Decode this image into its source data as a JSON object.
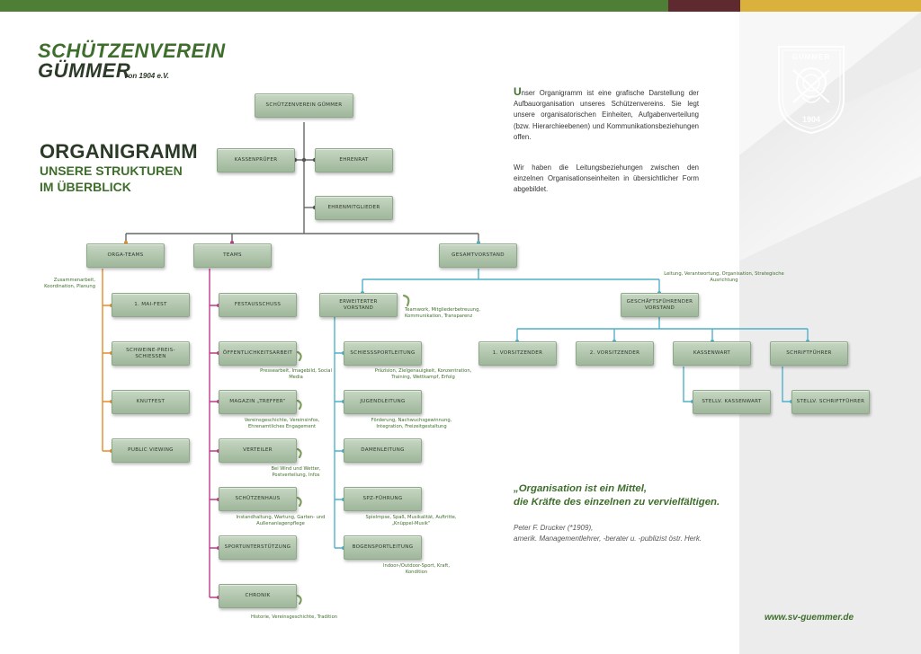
{
  "colors": {
    "green_bar": "#4f7f36",
    "maroon_bar": "#5e2a2f",
    "gold_bar": "#d9b13c",
    "brand_green": "#3f6e2c",
    "dark": "#2c3a28",
    "line_orange": "#e58a2b",
    "line_magenta": "#c0398a",
    "line_teal": "#4fb0c9",
    "line_gray": "#666666"
  },
  "header": {
    "brand_line1": "SCHÜTZENVEREIN",
    "brand_line2": "GÜMMER",
    "brand_suffix": "von 1904 e.V."
  },
  "title": {
    "main": "ORGANIGRAMM",
    "sub1": "UNSERE STRUKTUREN",
    "sub2": "IM ÜBERBLICK"
  },
  "intro": {
    "drop_cap": "U",
    "para1": "nser Organigramm ist eine grafische Darstellung der Aufbauorganisation unseres Schützenvereins. Sie legt unsere organisatorischen Einheiten, Aufgabenverteilung (bzw. Hierarchieebenen) und Kommunikationsbeziehungen offen.",
    "para2": "Wir haben die Leitungsbeziehungen zwischen den einzelnen Organisationseinheiten in übersichtlicher Form abgebildet."
  },
  "quote": {
    "line1": "„Organisation ist ein Mittel,",
    "line2": "die Kräfte des einzelnen zu vervielfältigen.",
    "author": "Peter F. Drucker (*1909),",
    "author_desc": "amerik. Managementlehrer, -berater u. -publizist östr. Herk."
  },
  "website": "www.sv-guemmer.de",
  "emblem": {
    "top_text": "GÜMMER",
    "year": "1904"
  },
  "org": {
    "root": "SCHÜTZENVEREIN GÜMMER",
    "kassenpruefer": "KASSENPRÜFER",
    "ehrenrat": "EHRENRAT",
    "ehrenmitglieder": "EHRENMITGLIEDER",
    "orga_teams": "ORGA-TEAMS",
    "teams": "TEAMS",
    "gesamtvorstand": "GESAMTVORSTAND",
    "orga_note": "Zusammenarbeit, Koordination, Planung",
    "orga_items": [
      "1. MAI-FEST",
      "SCHWEINE-PREIS-SCHIESSEN",
      "KNUTFEST",
      "PUBLIC VIEWING"
    ],
    "team_items": [
      {
        "label": "FESTAUSSCHUSS",
        "note": ""
      },
      {
        "label": "ÖFFENTLICHKEITSARBEIT",
        "note": "Pressearbeit, Imagebild, Social Media"
      },
      {
        "label": "MAGAZIN „TREFFER“",
        "note": "Vereinsgeschichte, Vereinsinfos, Ehrenamtliches Engagement"
      },
      {
        "label": "VERTEILER",
        "note": "Bei Wind und Wetter, Postverteilung, Infos"
      },
      {
        "label": "SCHÜTZENHAUS",
        "note": "Instandhaltung, Wartung, Garten- und Außenanlagenpflege"
      },
      {
        "label": "SPORTUNTERSTÜTZUNG",
        "note": ""
      },
      {
        "label": "CHRONIK",
        "note": "Historie, Vereinsgeschichte, Tradition"
      }
    ],
    "erweiterter": "ERWEITERTER VORSTAND",
    "erweiterter_note": "Teamwork, Mitgliederbetreuung, Kommunikation, Transparenz",
    "erw_items": [
      {
        "label": "SCHIESSSPORTLEITUNG",
        "note": "Präzision, Zielgenauigkeit, Konzentration, Training, Wettkampf, Erfolg"
      },
      {
        "label": "JUGENDLEITUNG",
        "note": "Förderung, Nachwuchsgewinnung, Integration, Freizeitgestaltung"
      },
      {
        "label": "DAMENLEITUNG",
        "note": ""
      },
      {
        "label": "SPZ-FÜHRUNG",
        "note": "Spielmpse, Spaß, Musikalität, Auftritte, „Knüppel-Musik“"
      },
      {
        "label": "BOGENSPORTLEITUNG",
        "note": "Indoor-/Outdoor-Sport, Kraft, Kondition"
      }
    ],
    "gesch": "GESCHÄFTSFÜHRENDER VORSTAND",
    "gesch_note": "Leitung, Verantwortung, Organisation, Strategische Ausrichtung",
    "gesch_items": [
      "1. VORSITZENDER",
      "2. VORSITZENDER",
      "KASSENWART",
      "SCHRIFTFÜHRER"
    ],
    "stellv_kassenwart": "STELLV. KASSENWART",
    "stellv_schriftfuehrer": "STELLV. SCHRIFTFÜHRER"
  }
}
